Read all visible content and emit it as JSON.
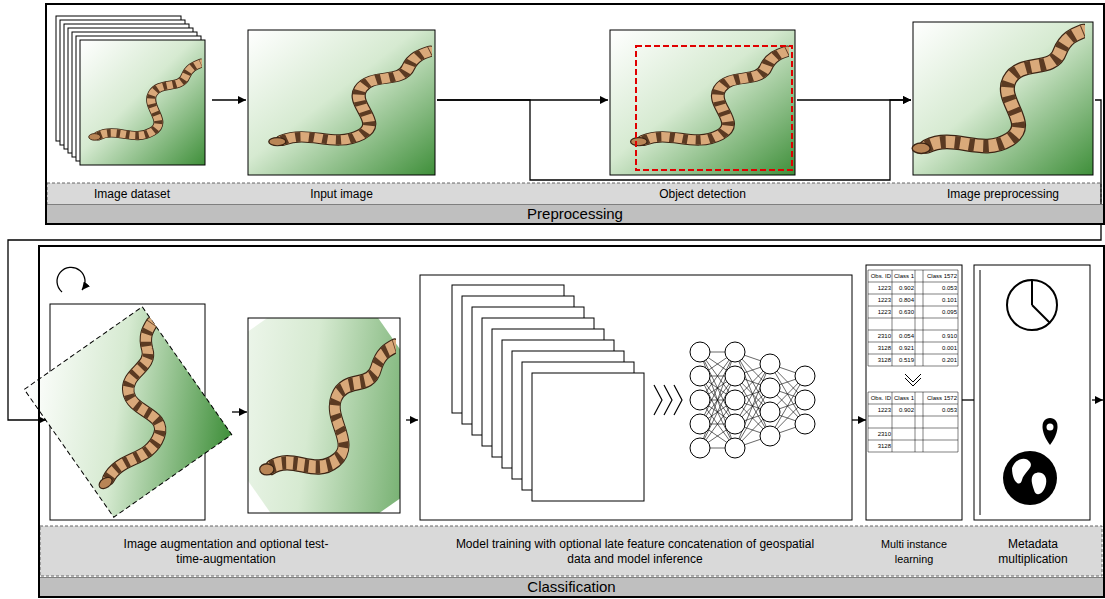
{
  "diagram": {
    "nodes": [
      {
        "text": [
          "Preprocessing"
        ]
      },
      {
        "text": [
          "Image dataset"
        ],
        "in": 0
      },
      {
        "text": [
          "Input image"
        ],
        "in": 0
      },
      {
        "text": [
          "Object detection"
        ],
        "in": 0
      },
      {
        "text": [
          "Image preprocessing"
        ],
        "in": 0
      },
      {
        "text": [
          "Classification"
        ]
      },
      {
        "text": [
          "Image augmentation and optional test-time-augmentation"
        ],
        "in": 5
      },
      {
        "text": [
          "Model training with optional late feature concatenation of geospatial data and model inference"
        ],
        "in": 5
      },
      {
        "text": [
          "Multi instance learning"
        ],
        "in": 5
      },
      {
        "text": [
          "Metadata multiplication"
        ],
        "in": 5
      }
    ],
    "edges": [
      {
        "from": 1,
        "to": 2,
        "arrow": "to"
      },
      {
        "from": 2,
        "to": 3,
        "arrow": "to"
      },
      {
        "from": 3,
        "to": 4,
        "arrow": "to"
      },
      {
        "from": 2,
        "to": 4,
        "arrow": "to"
      },
      {
        "from": 4,
        "to": 6,
        "arrow": "to"
      },
      {
        "from": 6,
        "to": 7,
        "arrow": "to"
      },
      {
        "from": 7,
        "to": 8,
        "arrow": "to"
      },
      {
        "from": 8,
        "to": 9,
        "arrow": "none"
      }
    ],
    "labels": [
      "Obs. ID",
      "Class 1",
      "Class 1572",
      "1223",
      "0.902",
      "0.053",
      "1223",
      "0.804",
      "0.101",
      "1223",
      "0.630",
      "0.095",
      "2310",
      "0.054",
      "0.910",
      "3128",
      "0.921",
      "0.001",
      "3128",
      "0.519",
      "0.201",
      "Obs. ID",
      "Class 1",
      "Class 1572",
      "1223",
      "0.902",
      "0.053",
      "2310",
      "3128"
    ]
  }
}
